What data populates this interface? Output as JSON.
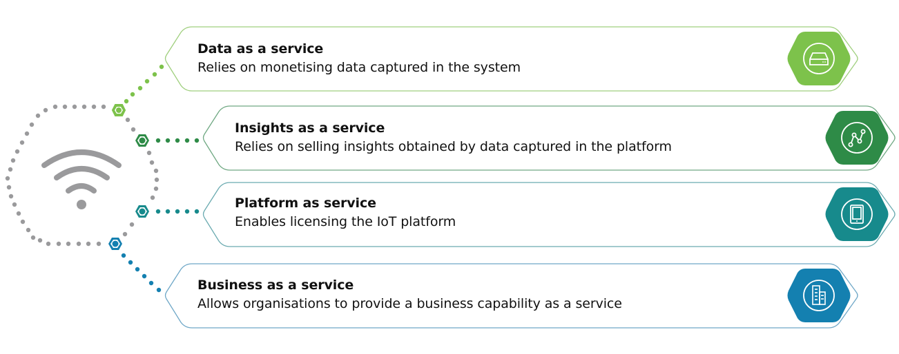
{
  "colors": {
    "data": "#7dc24b",
    "insights": "#2e8b47",
    "platform": "#178a8c",
    "business": "#1480b0",
    "hub_gray": "#9a9a9c"
  },
  "hub": {
    "icon": "wifi-icon"
  },
  "services": [
    {
      "id": "data",
      "title": "Data as a service",
      "description": "Relies on monetising data captured in the system",
      "icon": "hard-drive-icon"
    },
    {
      "id": "insights",
      "title": "Insights as a service",
      "description": "Relies on selling insights obtained by data captured in the platform",
      "icon": "line-chart-nodes-icon"
    },
    {
      "id": "platform",
      "title": "Platform as service",
      "description": "Enables licensing the IoT platform",
      "icon": "tablet-icon"
    },
    {
      "id": "business",
      "title": "Business as a service",
      "description": "Allows organisations to provide a business capability as a service",
      "icon": "office-building-icon"
    }
  ]
}
